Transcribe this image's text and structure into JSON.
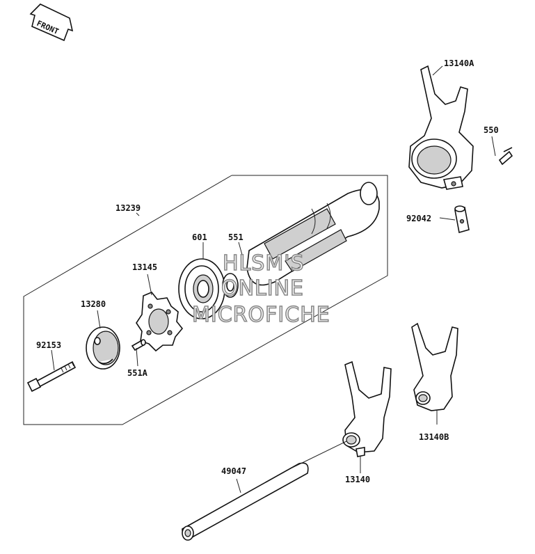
{
  "front_arrow": {
    "label": "FRONT"
  },
  "part_labels": {
    "p13140A": "13140A",
    "p550": "550",
    "p92042": "92042",
    "p13239": "13239",
    "p601": "601",
    "p551": "551",
    "p13145": "13145",
    "p13280": "13280",
    "p92153": "92153",
    "p551A": "551A",
    "p13140B": "13140B",
    "p49047": "49047",
    "p13140": "13140"
  },
  "watermark": {
    "line1": "HLSM'S",
    "line2": "ONLINE",
    "line3": "MICROFICHE"
  }
}
